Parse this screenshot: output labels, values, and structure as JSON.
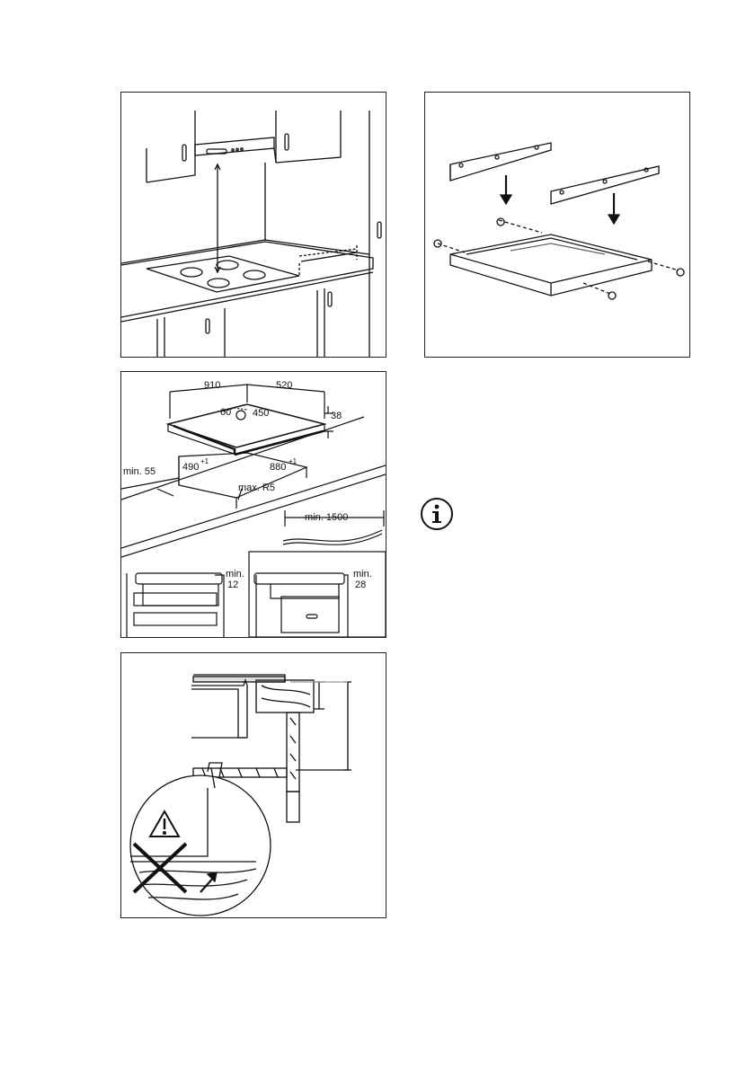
{
  "panel_hood": {},
  "panel_brackets": {},
  "panel_cutout": {
    "hob_width": "910",
    "hob_depth": "520",
    "hob_height": "38",
    "dist_a": "60",
    "dist_b": "450",
    "cutout_depth": "490",
    "cutout_width": "880",
    "tolerance": "+1",
    "min_edge": "min. 55",
    "corner_radius": "max. R5",
    "cable_min": "min. 1500",
    "gap_left_label": "min.",
    "gap_left_value": "12",
    "gap_right_label": "min.",
    "gap_right_value": "28"
  },
  "panel_warning": {},
  "footer": {
    "text": ""
  },
  "icons": {
    "info": "info-icon",
    "warning": "warning-triangle-icon",
    "cross": "prohibited-cross-icon"
  }
}
